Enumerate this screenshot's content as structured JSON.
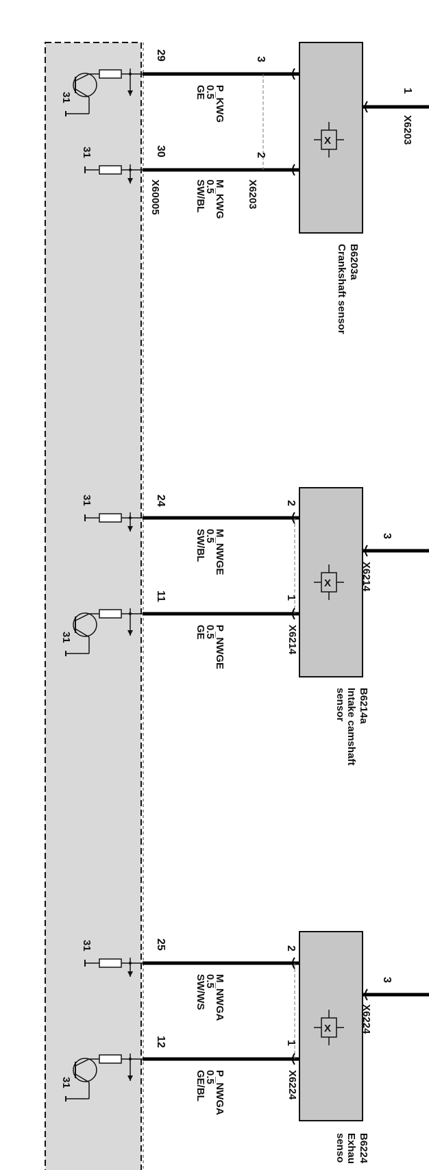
{
  "colors": {
    "ecu_fill": "#d9d9d9",
    "sensor_fill": "#c6c6c6",
    "wire": "#000000",
    "line": "#333333"
  },
  "ecu": {
    "connector": "X60005"
  },
  "sensors": [
    {
      "id": "B6203a",
      "name": "Crankshaft sensor",
      "connector": "X6203",
      "supply_pin": "1",
      "supply_connector": "X6203",
      "signals": [
        {
          "ecu_pin": "29",
          "sensor_pin": "3",
          "name": "P_KWG",
          "size": "0.5",
          "color": "GE",
          "transistor": true,
          "ground": "31"
        },
        {
          "ecu_pin": "30",
          "sensor_pin": "2",
          "name": "M_KWG",
          "size": "0.5",
          "color": "SW/BL",
          "transistor": false,
          "ground": "31"
        }
      ]
    },
    {
      "id": "B6214a",
      "name_line1": "Intake camshaft",
      "name_line2": "sensor",
      "connector": "X6214",
      "supply_pin": "3",
      "supply_connector": "X6214",
      "signals": [
        {
          "ecu_pin": "24",
          "sensor_pin": "2",
          "name": "M_NWGE",
          "size": "0.5",
          "color": "SW/BL",
          "transistor": false,
          "ground": "31"
        },
        {
          "ecu_pin": "11",
          "sensor_pin": "1",
          "name": "P_NWGE",
          "size": "0.5",
          "color": "GE",
          "transistor": true,
          "ground": "31"
        }
      ]
    },
    {
      "id": "B6224",
      "name_line1": "Exhau",
      "name_line2": "senso",
      "connector": "X6224",
      "supply_pin": "3",
      "supply_connector": "X6224",
      "signals": [
        {
          "ecu_pin": "25",
          "sensor_pin": "2",
          "name": "M_NWGA",
          "size": "0.5",
          "color": "SW/WS",
          "transistor": false,
          "ground": "31"
        },
        {
          "ecu_pin": "12",
          "sensor_pin": "1",
          "name": "P_NWGA",
          "size": "0.5",
          "color": "GE/BL",
          "transistor": true,
          "ground": "31"
        }
      ]
    }
  ]
}
